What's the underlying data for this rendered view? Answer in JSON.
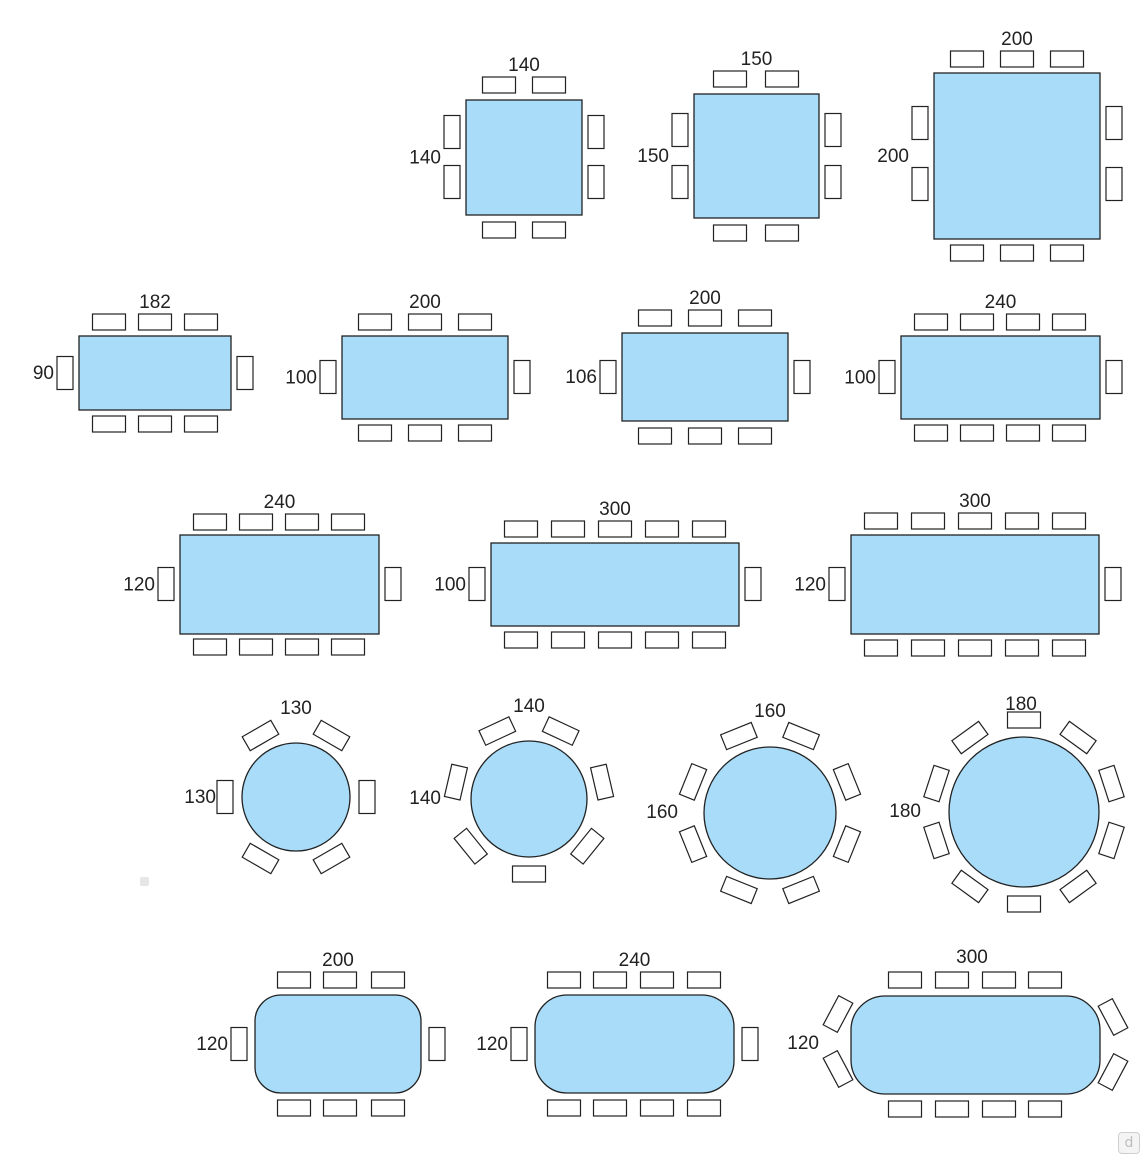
{
  "colors": {
    "table_fill": "#a8dcf8",
    "stroke": "#222222",
    "chair_fill": "#ffffff"
  },
  "watermark_glyph": "d",
  "tables": [
    {
      "shape": "square",
      "width_label": "140",
      "depth_label": "140",
      "seats": 8
    },
    {
      "shape": "square",
      "width_label": "150",
      "depth_label": "150",
      "seats": 8
    },
    {
      "shape": "square",
      "width_label": "200",
      "depth_label": "200",
      "seats": 10
    },
    {
      "shape": "rectangle",
      "width_label": "182",
      "depth_label": "90",
      "seats": 8
    },
    {
      "shape": "rectangle",
      "width_label": "200",
      "depth_label": "100",
      "seats": 8
    },
    {
      "shape": "rectangle",
      "width_label": "200",
      "depth_label": "106",
      "seats": 8
    },
    {
      "shape": "rectangle",
      "width_label": "240",
      "depth_label": "100",
      "seats": 10
    },
    {
      "shape": "rectangle",
      "width_label": "240",
      "depth_label": "120",
      "seats": 10
    },
    {
      "shape": "rectangle",
      "width_label": "300",
      "depth_label": "100",
      "seats": 12
    },
    {
      "shape": "rectangle",
      "width_label": "300",
      "depth_label": "120",
      "seats": 12
    },
    {
      "shape": "round",
      "width_label": "130",
      "depth_label": "130",
      "seats": 6
    },
    {
      "shape": "round",
      "width_label": "140",
      "depth_label": "140",
      "seats": 7
    },
    {
      "shape": "round",
      "width_label": "160",
      "depth_label": "160",
      "seats": 8
    },
    {
      "shape": "round",
      "width_label": "180",
      "depth_label": "180",
      "seats": 10
    },
    {
      "shape": "rounded-rectangle",
      "width_label": "200",
      "depth_label": "120",
      "seats": 8
    },
    {
      "shape": "rounded-rectangle",
      "width_label": "240",
      "depth_label": "120",
      "seats": 10
    },
    {
      "shape": "rounded-rectangle",
      "width_label": "300",
      "depth_label": "120",
      "seats": 12
    }
  ]
}
